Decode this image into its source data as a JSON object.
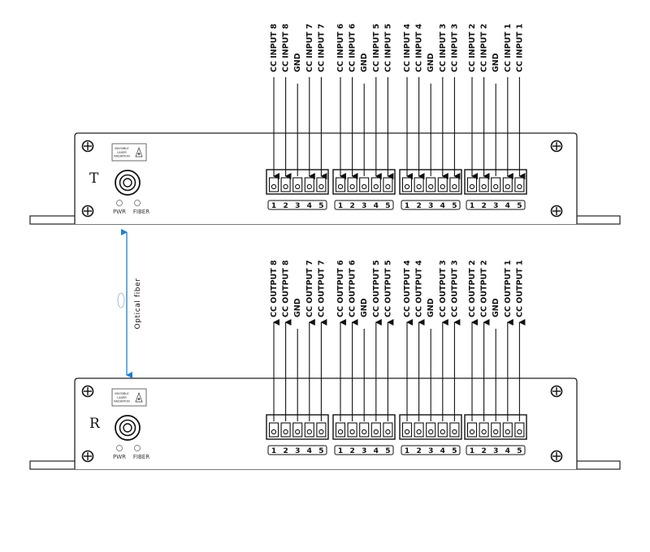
{
  "transmitter": {
    "letter": "T",
    "pwr_label": "PWR",
    "fiber_label": "FIBER",
    "warning_lines": [
      "INVISIBLE",
      "LASER",
      "RADIATION"
    ],
    "signal_prefix": "CC INPUT",
    "blocks": [
      {
        "pins": [
          "CC INPUT 8",
          "CC INPUT 8",
          "GND",
          "CC INPUT 7",
          "CC INPUT 7"
        ]
      },
      {
        "pins": [
          "CC INPUT 6",
          "CC INPUT 6",
          "GND",
          "CC INPUT 5",
          "CC INPUT 5"
        ]
      },
      {
        "pins": [
          "CC INPUT 4",
          "CC INPUT 4",
          "GND",
          "CC INPUT 3",
          "CC INPUT 3"
        ]
      },
      {
        "pins": [
          "CC INPUT 2",
          "CC INPUT 2",
          "GND",
          "CC INPUT 1",
          "CC INPUT 1"
        ]
      }
    ],
    "pin_numbers": [
      "1",
      "2",
      "3",
      "4",
      "5"
    ]
  },
  "receiver": {
    "letter": "R",
    "pwr_label": "PWR",
    "fiber_label": "FIBER",
    "warning_lines": [
      "INVISIBLE",
      "LASER",
      "RADIATION"
    ],
    "blocks": [
      {
        "pins": [
          "CC OUTPUT 8",
          "CC OUTPUT 8",
          "GND",
          "CC OUTPUT 7",
          "CC OUTPUT 7"
        ]
      },
      {
        "pins": [
          "CC OUTPUT 6",
          "CC OUTPUT 6",
          "GND",
          "CC OUTPUT 5",
          "CC OUTPUT 5"
        ]
      },
      {
        "pins": [
          "CC OUTPUT 4",
          "CC OUTPUT 4",
          "GND",
          "CC OUTPUT 3",
          "CC OUTPUT 3"
        ]
      },
      {
        "pins": [
          "CC OUTPUT 2",
          "CC OUTPUT 2",
          "GND",
          "CC OUTPUT 1",
          "CC OUTPUT 1"
        ]
      }
    ],
    "pin_numbers": [
      "1",
      "2",
      "3",
      "4",
      "5"
    ]
  },
  "fiber": {
    "label": "Optical fiber",
    "color": "#1a7fd4"
  }
}
